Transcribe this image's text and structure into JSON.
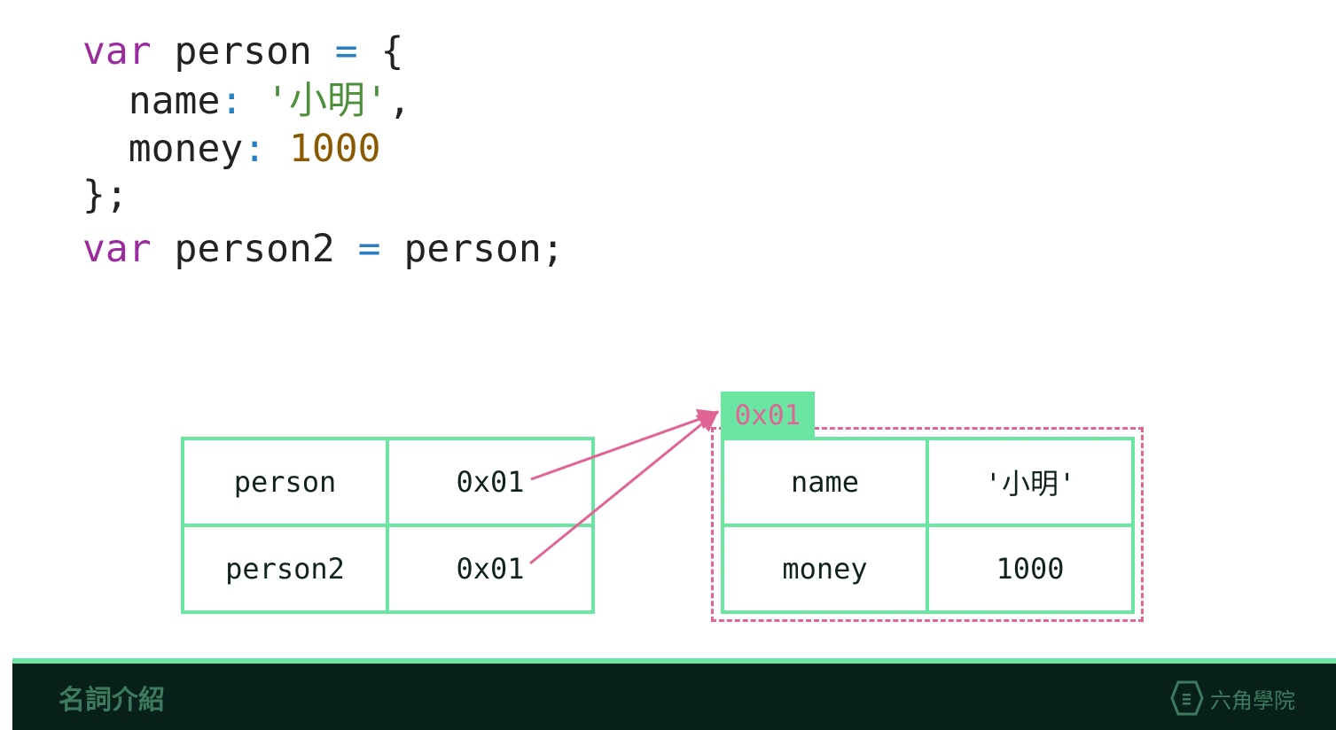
{
  "code": {
    "l1": {
      "kw": "var",
      "name": " person ",
      "op": "=",
      "rest": " {"
    },
    "l2": {
      "key": "  name",
      "colon": ":",
      "val": " '小明'",
      "end": ","
    },
    "l3": {
      "key": "  money",
      "colon": ":",
      "val": " 1000"
    },
    "l4": "};",
    "l5": {
      "kw": "var",
      "name": " person2 ",
      "op": "=",
      "rest": " person;"
    }
  },
  "stack": [
    {
      "name": "person",
      "value": "0x01"
    },
    {
      "name": "person2",
      "value": "0x01"
    }
  ],
  "heap": {
    "address": "0x01",
    "rows": [
      {
        "key": "name",
        "value": "'小明'"
      },
      {
        "key": "money",
        "value": "1000"
      }
    ]
  },
  "footer": {
    "title": "名詞介紹",
    "brand": "六角學院"
  },
  "colors": {
    "green": "#6be6a2",
    "pink": "#e06496",
    "dark": "#072019"
  }
}
